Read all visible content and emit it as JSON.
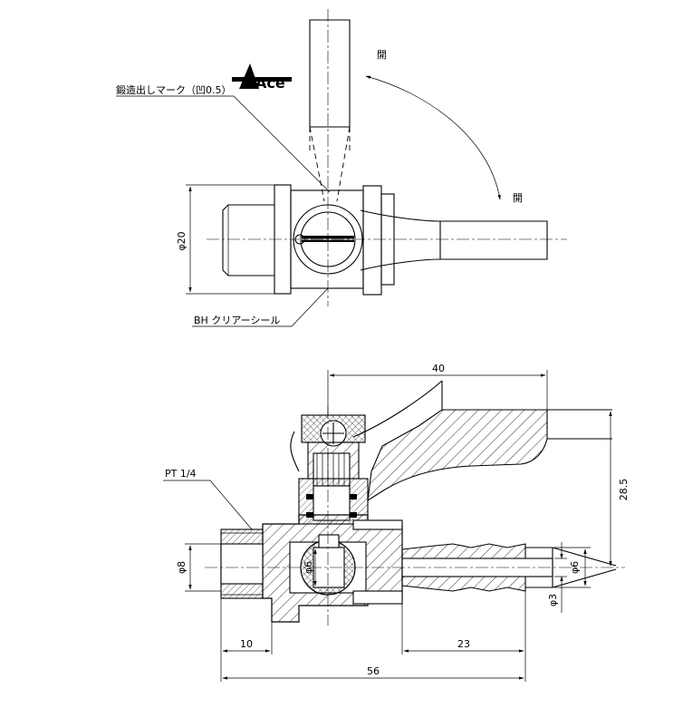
{
  "labels": {
    "open_top": "開",
    "open_right": "開",
    "forged_mark": "鍛造出しマーク（凹0.5）",
    "seal": "BH クリアーシール",
    "thread": "PT 1/4"
  },
  "logo": {
    "text": "Ace"
  },
  "dimensions": {
    "d20": "φ20",
    "d40": "40",
    "d28_5": "28.5",
    "d8": "φ8",
    "d6_inner": "φ6",
    "d6_outer": "φ6",
    "d3": "φ3",
    "d10": "10",
    "d23": "23",
    "d56": "56"
  }
}
